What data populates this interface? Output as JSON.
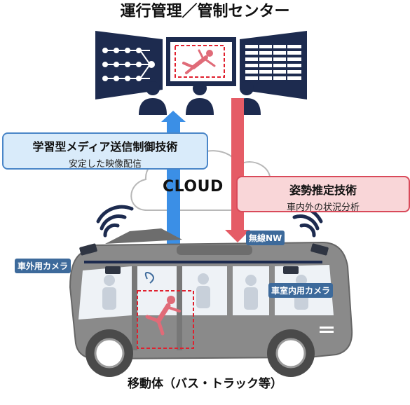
{
  "title": "運行管理／管制センター",
  "cloud_label": "CLOUD",
  "media_box": {
    "heading": "学習型メディア送信制御技術",
    "subtext": "安定した映像配信"
  },
  "pose_box": {
    "heading": "姿勢推定技術",
    "subtext": "車内外の状況分析"
  },
  "tags": {
    "exterior_camera": "車外用カメラ",
    "interior_camera": "車室内用カメラ",
    "wireless": "無線NW"
  },
  "bottom_title": "移動体（バス・トラック等）",
  "colors": {
    "navy": "#1d2b4f",
    "up_arrow": "#3b8fe6",
    "down_arrow": "#e55c66",
    "red_dash": "#e0202e",
    "tag": "#3d6a9b"
  },
  "icons": [
    "network-monitor-icon",
    "fall-detection-monitor-icon",
    "data-grid-monitor-icon",
    "operator-icon",
    "cloud-icon",
    "wifi-signal-icon",
    "camera-icon",
    "bus-icon",
    "passenger-icon"
  ]
}
